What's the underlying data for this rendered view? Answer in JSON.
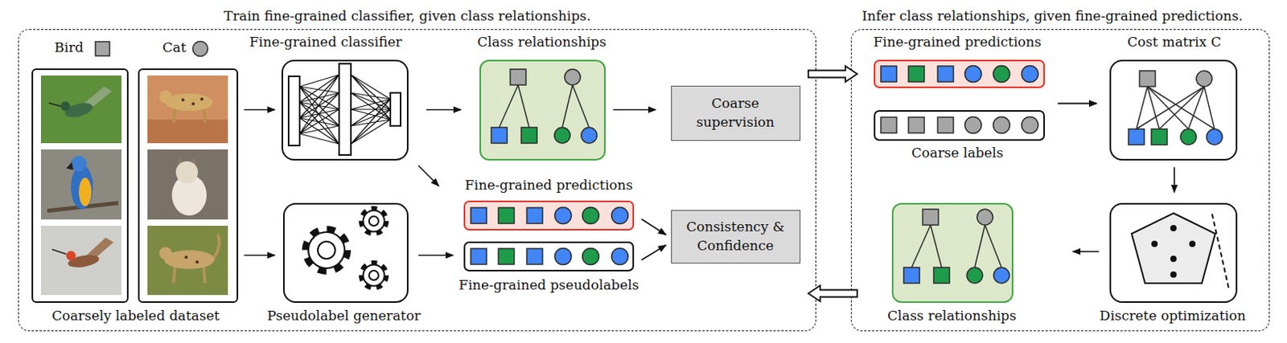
{
  "diagram": {
    "nodes": [
      {
        "text": [
          "Train fine-grained classifier, given class relationships."
        ]
      },
      {
        "text": [
          "Bird"
        ],
        "in": 0
      },
      {
        "text": [
          "Cat"
        ],
        "in": 0
      },
      {
        "text": [
          "Fine-grained classifier"
        ],
        "in": 0
      },
      {
        "text": [
          "Class relationships"
        ],
        "in": 0
      },
      {
        "text": [
          "Coarse supervision"
        ],
        "in": 0
      },
      {
        "text": [
          "Pseudolabel generator"
        ],
        "in": 0
      },
      {
        "text": [
          "Fine-grained predictions"
        ],
        "in": 0
      },
      {
        "text": [
          "Fine-grained pseudolabels"
        ],
        "in": 0
      },
      {
        "text": [
          "Consistency & Confidence"
        ],
        "in": 0
      },
      {
        "text": [
          "Infer class relationships, given fine-grained predictions."
        ]
      },
      {
        "text": [
          "Fine-grained predictions"
        ],
        "in": 10
      },
      {
        "text": [
          "Coarse labels"
        ],
        "in": 10
      },
      {
        "text": [
          "Cost matrix C"
        ],
        "in": 10
      },
      {
        "text": [
          "Discrete optimization"
        ],
        "in": 10
      },
      {
        "text": [
          "Class relationships"
        ],
        "in": 10
      }
    ],
    "edges": [
      {
        "from": 2,
        "to": 3,
        "arrow": "to"
      },
      {
        "from": 2,
        "to": 6,
        "arrow": "to"
      },
      {
        "from": 3,
        "to": 4,
        "arrow": "to"
      },
      {
        "from": 3,
        "to": 7,
        "arrow": "to"
      },
      {
        "from": 4,
        "to": 5,
        "arrow": "to"
      },
      {
        "from": 6,
        "to": 8,
        "arrow": "to"
      },
      {
        "from": 7,
        "to": 9,
        "arrow": "to"
      },
      {
        "from": 8,
        "to": 9,
        "arrow": "to"
      },
      {
        "from": 0,
        "to": 10,
        "arrow": "to"
      },
      {
        "from": 10,
        "to": 0,
        "arrow": "to"
      },
      {
        "from": 11,
        "to": 13,
        "arrow": "to"
      },
      {
        "from": 12,
        "to": 13,
        "arrow": "to"
      },
      {
        "from": 13,
        "to": 14,
        "arrow": "to"
      },
      {
        "from": 14,
        "to": 15,
        "arrow": "to"
      }
    ],
    "labels": [
      "Coarsely labeled dataset"
    ]
  }
}
